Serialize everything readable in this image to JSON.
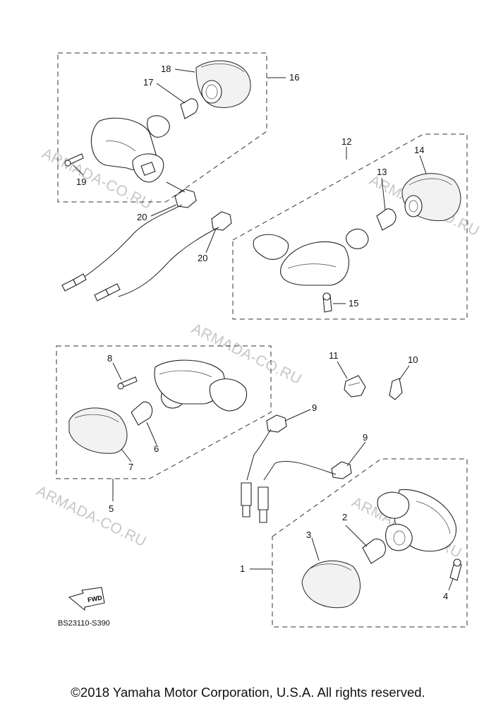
{
  "diagram": {
    "watermark": "ARMADA-CO.RU",
    "reference_code": "BS23110-S390",
    "fwd_label": "FWD",
    "copyright": "©2018 Yamaha Motor Corporation, U.S.A. All rights reserved.",
    "callouts": {
      "c1": "1",
      "c2": "2",
      "c3": "3",
      "c4": "4",
      "c5": "5",
      "c6": "6",
      "c7": "7",
      "c8": "8",
      "c9a": "9",
      "c9b": "9",
      "c10": "10",
      "c11": "11",
      "c12": "12",
      "c13": "13",
      "c14": "14",
      "c15": "15",
      "c16": "16",
      "c17": "17",
      "c18": "18",
      "c19": "19",
      "c20a": "20",
      "c20b": "20"
    }
  }
}
